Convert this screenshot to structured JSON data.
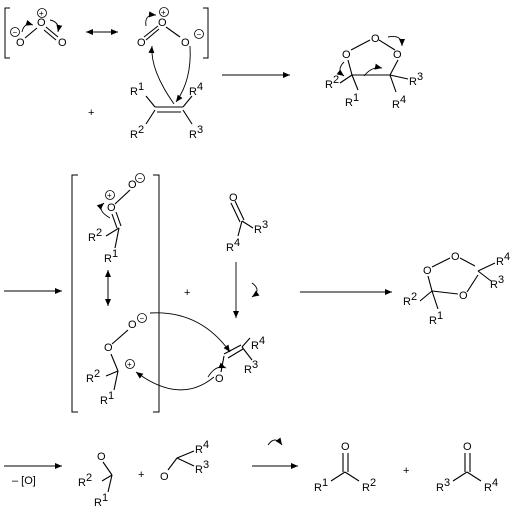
{
  "scheme": {
    "atoms": {
      "O": "O",
      "R1": "R1",
      "R2": "R2",
      "R3": "R3",
      "R4": "R4"
    },
    "symbols": {
      "plus": "+",
      "plus_charge": "+",
      "minus_charge": "−",
      "lose_oxygen": "– [O]"
    },
    "labels": {
      "R": "R",
      "n1": "1",
      "n2": "2",
      "n3": "3",
      "n4": "4"
    }
  }
}
